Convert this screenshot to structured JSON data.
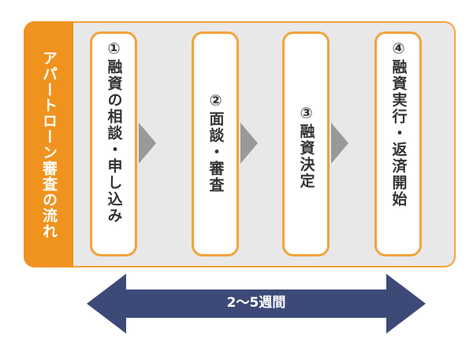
{
  "side_label": "アパートローン審査の流れ",
  "steps": [
    {
      "label": "①融資の相談・申し込み"
    },
    {
      "label": "②面談・審査"
    },
    {
      "label": "③融資決定"
    },
    {
      "label": "④融資実行・返済開始"
    }
  ],
  "duration": {
    "label": "2〜5週間"
  },
  "colors": {
    "accent": "#f0921e",
    "border": "#f4a23c",
    "panel": "#e8e8e8",
    "arrow": "#3d4a78",
    "chevron": "#999999"
  }
}
